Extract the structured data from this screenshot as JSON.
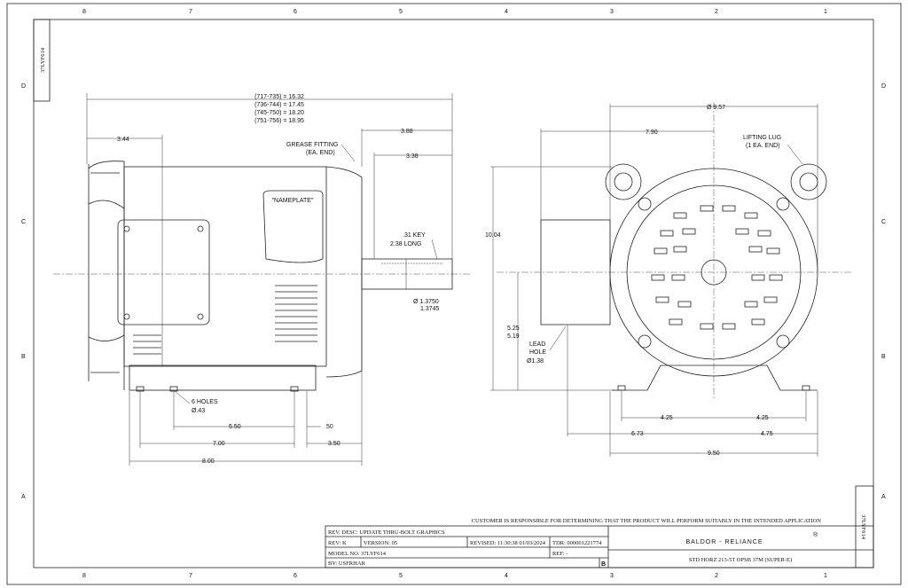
{
  "zones_top": [
    "8",
    "7",
    "6",
    "5",
    "4",
    "3",
    "2",
    "1"
  ],
  "zones_side": [
    "D",
    "C",
    "B",
    "A"
  ],
  "drawing_number": "37LYF614",
  "side_view": {
    "overall_lengths": [
      "(717-735) = 16.32",
      "(736-744) = 17.45",
      "(745-750) = 18.20",
      "(751-756) = 18.95"
    ],
    "d_344": "3.44",
    "d_388": "3.88",
    "d_338": "3.38",
    "grease_1": "GREASE FITTING",
    "grease_2": "(EA. END)",
    "nameplate": "\"NAMEPLATE\"",
    "key_1": ".31 KEY",
    "key_2": "2.38 LONG",
    "shaft_1": "Ø 1.3750",
    "shaft_2": "1.3745",
    "holes_1": "6 HOLES",
    "holes_2": "Ø.43",
    "d_550": "5.50",
    "d_050": ".50",
    "d_700": "7.00",
    "d_350": "3.50",
    "d_800": "8.00"
  },
  "end_view": {
    "d_957": "Ø 9.57",
    "d_790": "7.90",
    "d_1004": "10.04",
    "lug_1": "LIFTING LUG",
    "lug_2": "(1 EA. END)",
    "d_525": "5.25",
    "d_519": "5.19",
    "lead_1": "LEAD",
    "lead_2": "HOLE",
    "lead_3": "Ø1.38",
    "d_425a": "4.25",
    "d_425b": "4.25",
    "d_673": "6.73",
    "d_475": "4.75",
    "d_950": "9.50"
  },
  "title_block": {
    "disclaimer": "CUSTOMER IS RESPONSIBLE FOR DETERMINING THAT THE PRODUCT WILL PERFORM SUITABLY IN THE INTENDED APPLICATION",
    "rev_desc": "REV. DESC: UPDATE THRU-BOLT GRAPHICS",
    "rev": "REV:  K",
    "version": "VERSION:  05",
    "revised": "REVISED:  11:30:38 01/03/2024",
    "tdr": "TDR:  000001221774",
    "model": "MODEL NO.  37LYF614",
    "ref": "REF:  -",
    "by": "BY:  USFRHAR",
    "size": "B",
    "brand": "BALDOR - RELIANCE",
    "brand_mark": "®",
    "description": "STD HORZ 213-5T OPSB 37M (SUPER-E)"
  }
}
